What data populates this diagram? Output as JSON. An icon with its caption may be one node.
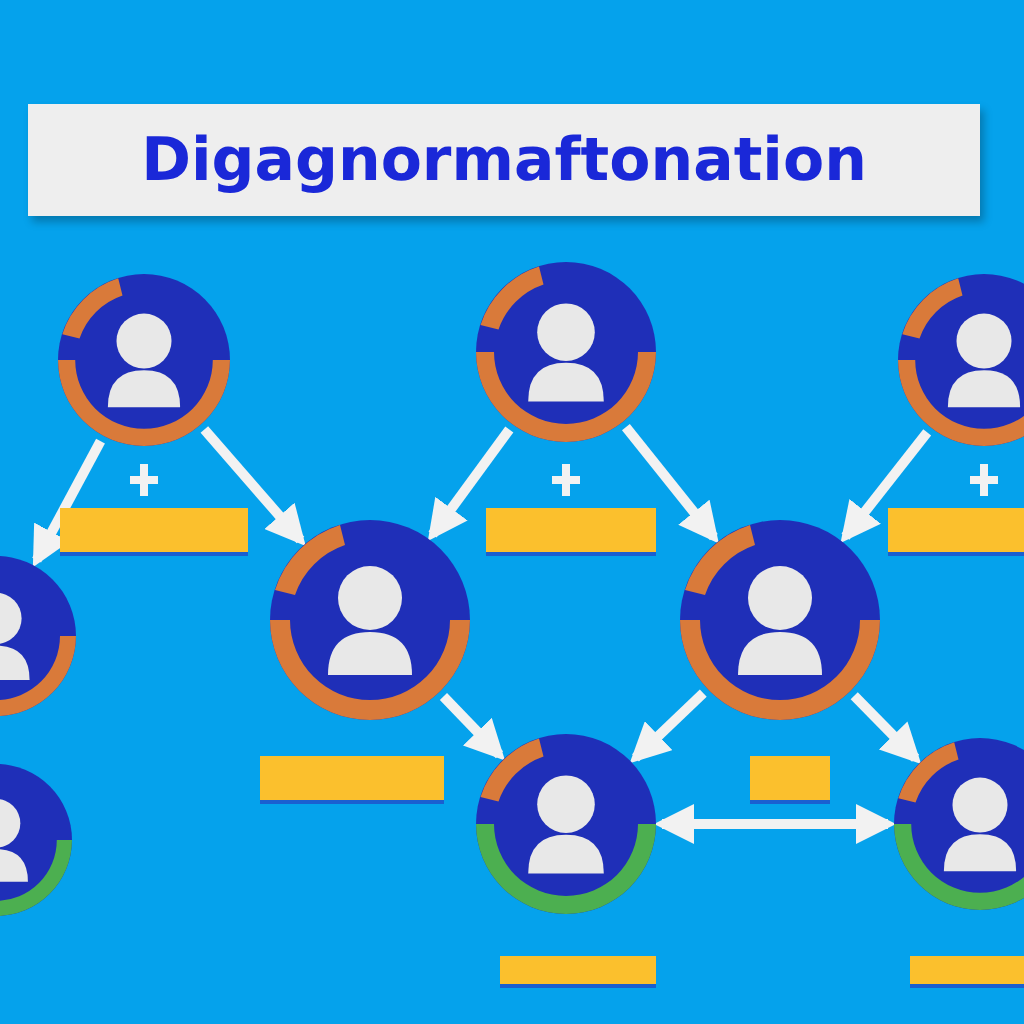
{
  "diagram": {
    "title": "Digagnormaftonation",
    "nodes": [
      {
        "text": [],
        "shape": "person"
      },
      {
        "text": [],
        "shape": "person"
      },
      {
        "text": [],
        "shape": "person"
      },
      {
        "text": [],
        "shape": "person"
      },
      {
        "text": [],
        "shape": "person"
      },
      {
        "text": [],
        "shape": "person"
      },
      {
        "text": [],
        "shape": "person"
      },
      {
        "text": [],
        "shape": "person"
      },
      {
        "text": [],
        "shape": "person"
      },
      {
        "text": [],
        "shape": "box"
      },
      {
        "text": [],
        "shape": "box"
      },
      {
        "text": [],
        "shape": "box"
      },
      {
        "text": [],
        "shape": "box"
      },
      {
        "text": [],
        "shape": "box"
      },
      {
        "text": [],
        "shape": "box"
      },
      {
        "text": [],
        "shape": "box"
      }
    ],
    "edges": [
      {
        "from": 0,
        "to": 3,
        "arrow": "to"
      },
      {
        "from": 0,
        "to": 4,
        "arrow": "to"
      },
      {
        "from": 1,
        "to": 4,
        "arrow": "to"
      },
      {
        "from": 1,
        "to": 5,
        "arrow": "to"
      },
      {
        "from": 2,
        "to": 5,
        "arrow": "to"
      },
      {
        "from": 4,
        "to": 7,
        "arrow": "to"
      },
      {
        "from": 5,
        "to": 7,
        "arrow": "to"
      },
      {
        "from": 5,
        "to": 8,
        "arrow": "to"
      },
      {
        "from": 7,
        "to": 8,
        "arrow": "both"
      }
    ]
  }
}
